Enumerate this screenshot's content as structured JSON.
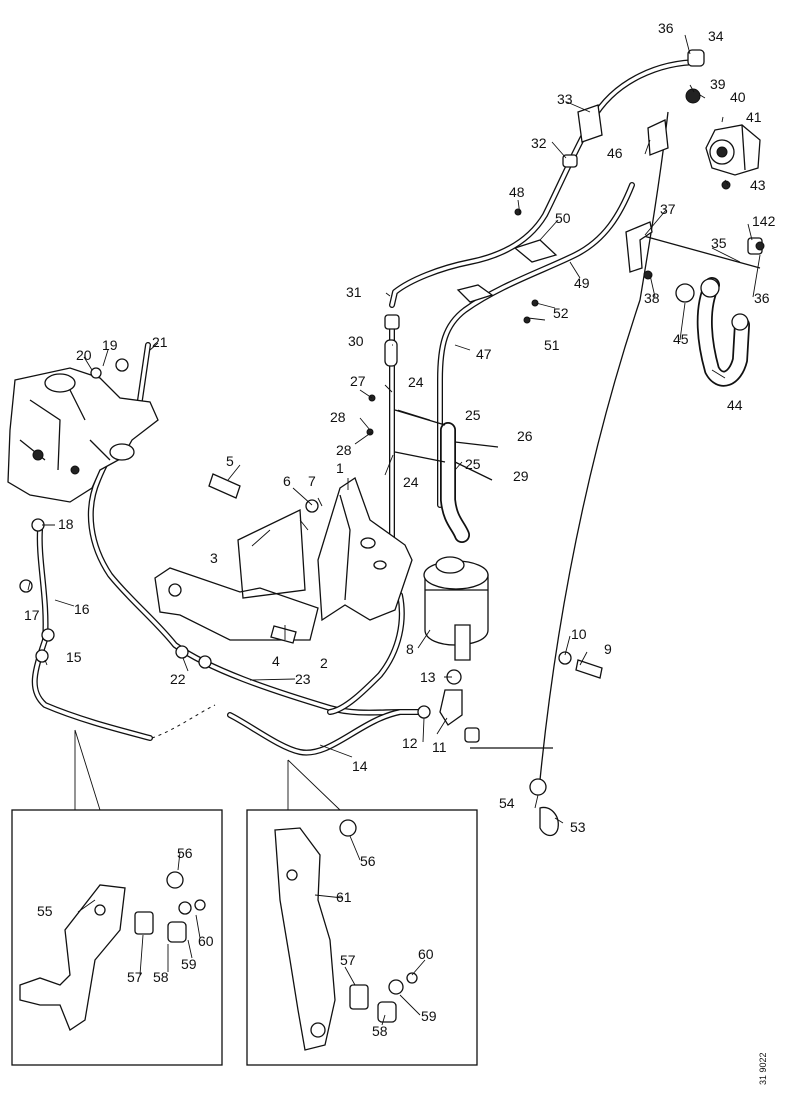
{
  "drawing_code": "31 9022",
  "callouts": [
    {
      "id": "c1",
      "label": "1"
    },
    {
      "id": "c2",
      "label": "2"
    },
    {
      "id": "c3",
      "label": "3"
    },
    {
      "id": "c4",
      "label": "4"
    },
    {
      "id": "c5",
      "label": "5"
    },
    {
      "id": "c6",
      "label": "6"
    },
    {
      "id": "c7",
      "label": "7"
    },
    {
      "id": "c8",
      "label": "8"
    },
    {
      "id": "c9",
      "label": "9"
    },
    {
      "id": "c10",
      "label": "10"
    },
    {
      "id": "c11",
      "label": "11"
    },
    {
      "id": "c12",
      "label": "12"
    },
    {
      "id": "c13",
      "label": "13"
    },
    {
      "id": "c14",
      "label": "14"
    },
    {
      "id": "c15",
      "label": "15"
    },
    {
      "id": "c16",
      "label": "16"
    },
    {
      "id": "c17",
      "label": "17"
    },
    {
      "id": "c18",
      "label": "18"
    },
    {
      "id": "c19",
      "label": "19"
    },
    {
      "id": "c20",
      "label": "20"
    },
    {
      "id": "c21",
      "label": "21"
    },
    {
      "id": "c22",
      "label": "22"
    },
    {
      "id": "c23",
      "label": "23"
    },
    {
      "id": "c24a",
      "label": "24"
    },
    {
      "id": "c24b",
      "label": "24"
    },
    {
      "id": "c25a",
      "label": "25"
    },
    {
      "id": "c25b",
      "label": "25"
    },
    {
      "id": "c26",
      "label": "26"
    },
    {
      "id": "c27",
      "label": "27"
    },
    {
      "id": "c28a",
      "label": "28"
    },
    {
      "id": "c28b",
      "label": "28"
    },
    {
      "id": "c29",
      "label": "29"
    },
    {
      "id": "c30",
      "label": "30"
    },
    {
      "id": "c31",
      "label": "31"
    },
    {
      "id": "c32",
      "label": "32"
    },
    {
      "id": "c33",
      "label": "33"
    },
    {
      "id": "c34",
      "label": "34"
    },
    {
      "id": "c35",
      "label": "35"
    },
    {
      "id": "c36a",
      "label": "36"
    },
    {
      "id": "c36b",
      "label": "36"
    },
    {
      "id": "c37",
      "label": "37"
    },
    {
      "id": "c38",
      "label": "38"
    },
    {
      "id": "c39",
      "label": "39"
    },
    {
      "id": "c40",
      "label": "40"
    },
    {
      "id": "c41",
      "label": "41"
    },
    {
      "id": "c142",
      "label": "142"
    },
    {
      "id": "c43",
      "label": "43"
    },
    {
      "id": "c44",
      "label": "44"
    },
    {
      "id": "c45",
      "label": "45"
    },
    {
      "id": "c46",
      "label": "46"
    },
    {
      "id": "c47",
      "label": "47"
    },
    {
      "id": "c48",
      "label": "48"
    },
    {
      "id": "c49",
      "label": "49"
    },
    {
      "id": "c50",
      "label": "50"
    },
    {
      "id": "c51",
      "label": "51"
    },
    {
      "id": "c52",
      "label": "52"
    },
    {
      "id": "c53",
      "label": "53"
    },
    {
      "id": "c54",
      "label": "54"
    },
    {
      "id": "c55",
      "label": "55"
    },
    {
      "id": "c56a",
      "label": "56"
    },
    {
      "id": "c57a",
      "label": "57"
    },
    {
      "id": "c58a",
      "label": "58"
    },
    {
      "id": "c59a",
      "label": "59"
    },
    {
      "id": "c60a",
      "label": "60"
    },
    {
      "id": "c61",
      "label": "61"
    },
    {
      "id": "c56b",
      "label": "56"
    },
    {
      "id": "c57b",
      "label": "57"
    },
    {
      "id": "c58b",
      "label": "58"
    },
    {
      "id": "c59b",
      "label": "59"
    },
    {
      "id": "c60b",
      "label": "60"
    }
  ]
}
